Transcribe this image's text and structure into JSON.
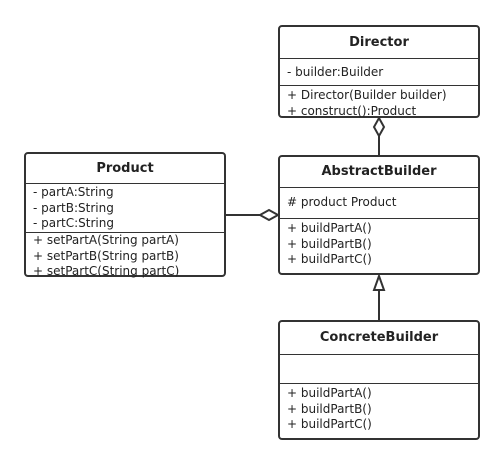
{
  "classes": {
    "director": {
      "name": "Director",
      "attributes": [
        "- builder:Builder"
      ],
      "methods": [
        "+ Director(Builder builder)",
        "+ construct():Product"
      ]
    },
    "abstract_builder": {
      "name": "AbstractBuilder",
      "attributes": [
        "# product Product"
      ],
      "methods": [
        "+ buildPartA()",
        "+ buildPartB()",
        "+ buildPartC()"
      ]
    },
    "product": {
      "name": "Product",
      "attributes": [
        "- partA:String",
        "- partB:String",
        "- partC:String"
      ],
      "methods": [
        "+ setPartA(String partA)",
        "+ setPartB(String partB)",
        "+ setPartC(String partC)"
      ]
    },
    "concrete_builder": {
      "name": "ConcreteBuilder",
      "attributes": [],
      "methods": [
        "+ buildPartA()",
        "+ buildPartB()",
        "+ buildPartC()"
      ]
    }
  },
  "relations": [
    {
      "type": "aggregation",
      "from": "director",
      "to": "abstract_builder"
    },
    {
      "type": "aggregation",
      "from": "abstract_builder",
      "to": "product"
    },
    {
      "type": "generalization",
      "from": "concrete_builder",
      "to": "abstract_builder"
    }
  ],
  "colors": {
    "stroke": "#333333",
    "background": "#ffffff",
    "text": "#222222"
  }
}
